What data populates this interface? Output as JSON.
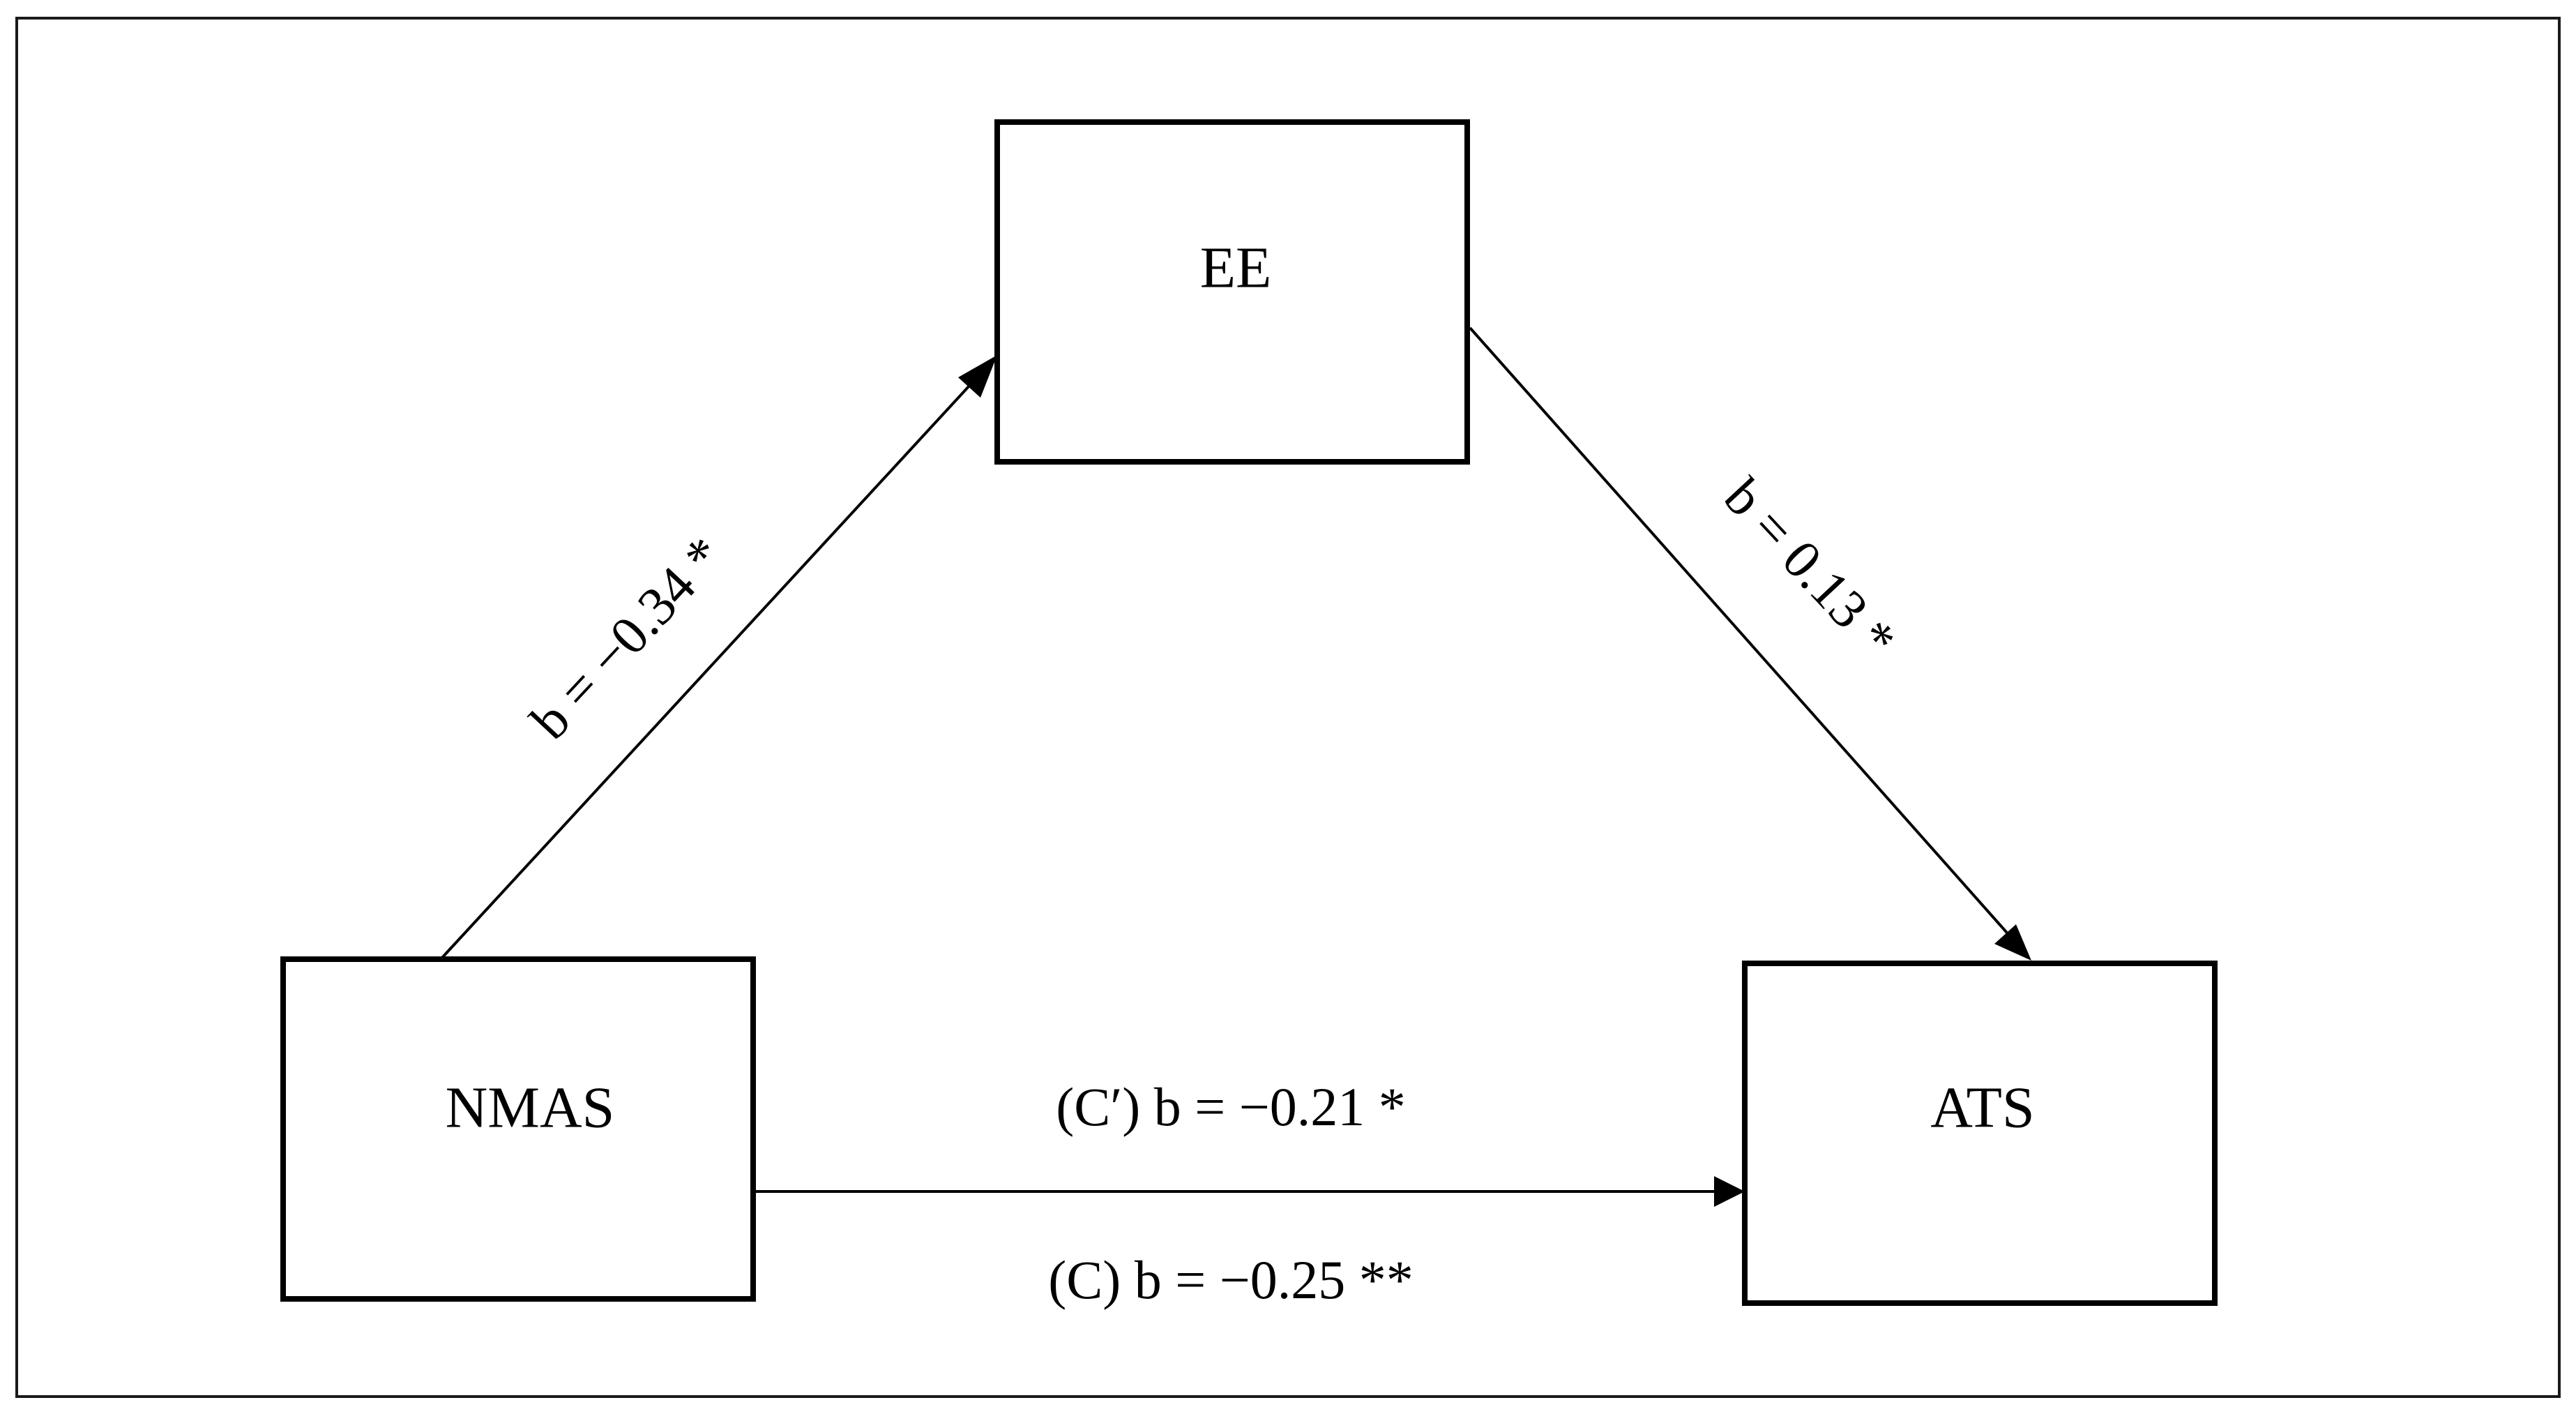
{
  "nodes": {
    "ee": {
      "label": "EE"
    },
    "nmas": {
      "label": "NMAS"
    },
    "ats": {
      "label": "ATS"
    }
  },
  "edges": {
    "nmas_to_ee": {
      "from": "NMAS",
      "to": "EE",
      "label": "b = −0.34 *"
    },
    "ee_to_ats": {
      "from": "EE",
      "to": "ATS",
      "label": "b = 0.13 *"
    },
    "nmas_to_ats_direct": {
      "from": "NMAS",
      "to": "ATS",
      "label": "(C′) b = −0.21 *"
    },
    "nmas_to_ats_total": {
      "label": "(C) b = −0.25 **"
    }
  }
}
